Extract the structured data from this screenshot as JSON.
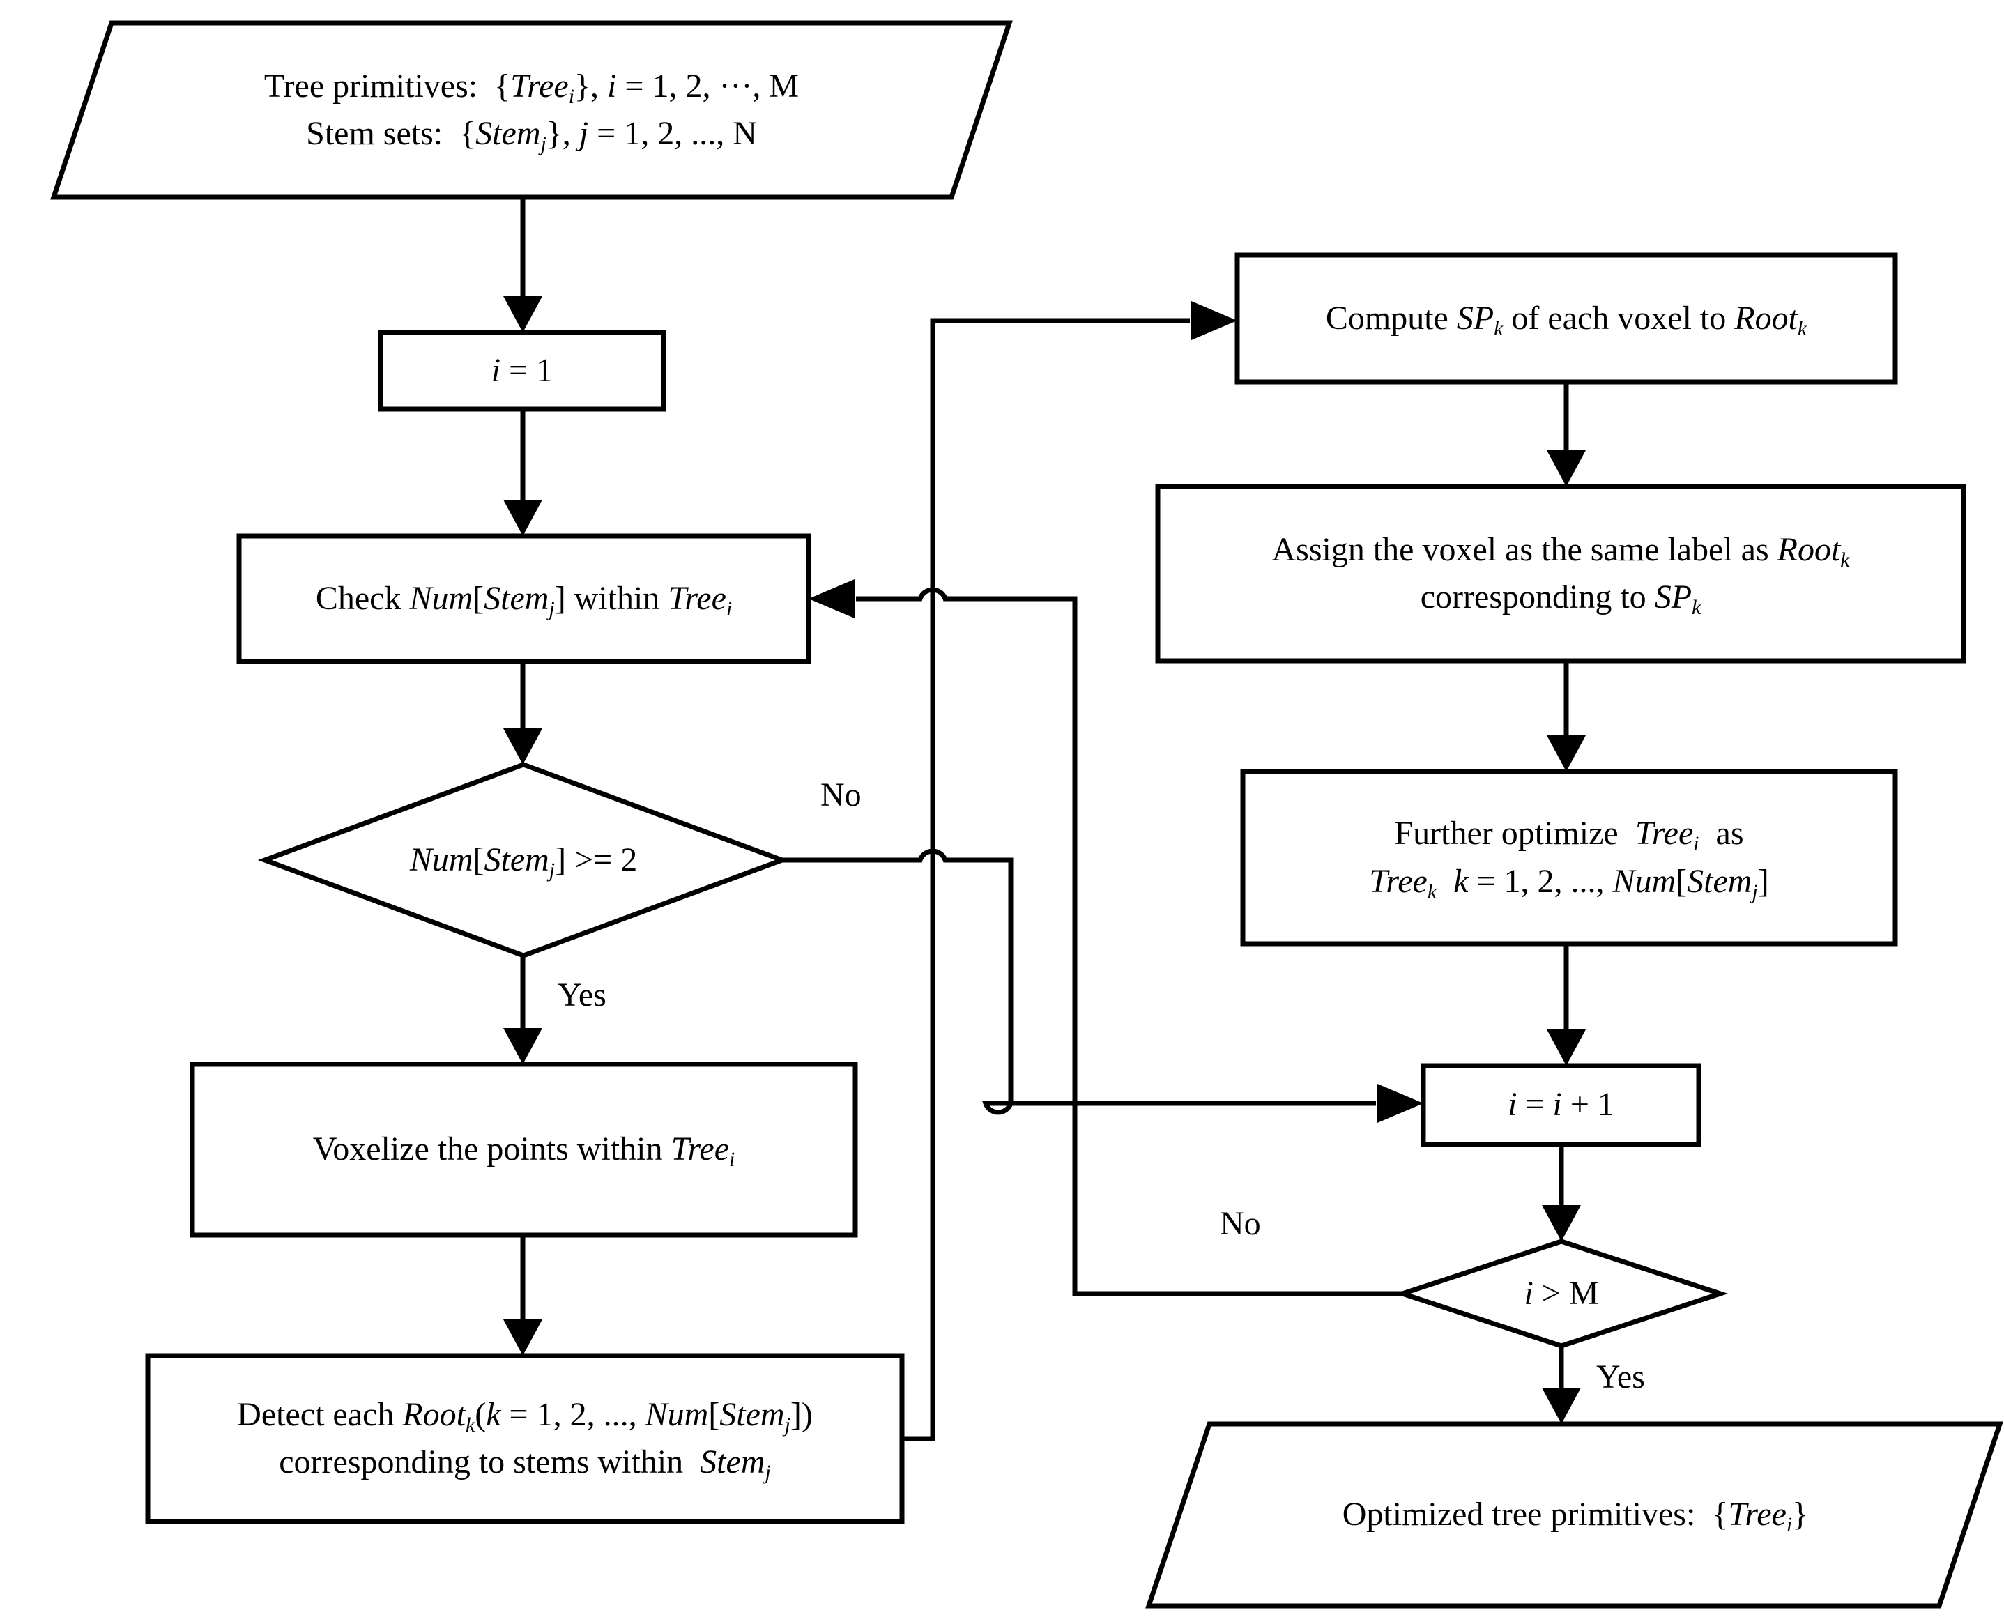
{
  "diagram": {
    "title": "Tree primitive optimization flowchart",
    "type": "flowchart",
    "background_color": "#ffffff",
    "line_color": "#000000",
    "nodes": [
      {
        "id": "input",
        "shape": "parallelogram",
        "lines": [
          "Tree primitives:  {Tree_i}, i = 1, 2, ···, M",
          "Stem sets:  {Stem_j}, j = 1, 2, ..., N"
        ],
        "line1_html": "Tree primitives:&nbsp; {<i class=\"mathvar\">Tree</i><sub>i</sub>}, <i class=\"mathvar\">i</i> = 1, 2, ···, M",
        "line2_html": "Stem sets:&nbsp; {<i class=\"mathvar\">Stem</i><sub>j</sub>}, <i class=\"mathvar\">j</i> = 1, 2, ..., N"
      },
      {
        "id": "init",
        "shape": "rectangle",
        "lines": [
          "i = 1"
        ],
        "line1_html": "<i class=\"mathvar\">i</i> = 1"
      },
      {
        "id": "check",
        "shape": "rectangle",
        "lines": [
          "Check Num[Stem_j] within Tree_i"
        ],
        "line1_html": "Check <i class=\"mathvar\">Num</i>[<i class=\"mathvar\">Stem</i><sub>j</sub>] within <i class=\"mathvar\">Tree</i><sub>i</sub>"
      },
      {
        "id": "decision-num",
        "shape": "diamond",
        "lines": [
          "Num[Stem_j] >= 2"
        ],
        "line1_html": "<i class=\"mathvar\">Num</i>[<i class=\"mathvar\">Stem</i><sub>j</sub>] &gt;= 2"
      },
      {
        "id": "voxelize",
        "shape": "rectangle",
        "lines": [
          "Voxelize the points within Tree_i"
        ],
        "line1_html": "Voxelize the points within <i class=\"mathvar\">Tree</i><sub>i</sub>"
      },
      {
        "id": "detect-root",
        "shape": "rectangle",
        "lines": [
          "Detect each Root_k (k = 1, 2, ..., Num[Stem_j])",
          "corresponding to stems within Stem_j"
        ],
        "line1_html": "Detect each <i class=\"mathvar\">Root</i><sub>k</sub>(<i class=\"mathvar\">k</i> = 1, 2, ..., <i class=\"mathvar\">Num</i>[<i class=\"mathvar\">Stem</i><sub>j</sub>])",
        "line2_html": "corresponding to stems within&nbsp; <i class=\"mathvar\">Stem</i><sub>j</sub>"
      },
      {
        "id": "compute-sp",
        "shape": "rectangle",
        "lines": [
          "Compute SP_k of each voxel to Root_k"
        ],
        "line1_html": "Compute <i class=\"mathvar\">SP</i><sub>k</sub> of each voxel to <i class=\"mathvar\">Root</i><sub>k</sub>"
      },
      {
        "id": "assign-label",
        "shape": "rectangle",
        "lines": [
          "Assign the voxel as the same label as Root_k",
          "corresponding to SP_k"
        ],
        "line1_html": "Assign the voxel as the same label as <i class=\"mathvar\">Root</i><sub>k</sub>",
        "line2_html": "corresponding to <i class=\"mathvar\">SP</i><sub>k</sub>"
      },
      {
        "id": "further-optimize",
        "shape": "rectangle",
        "lines": [
          "Further optimize Tree_i as",
          "Tree_k k = 1, 2, ..., Num[Stem_j]"
        ],
        "line1_html": "Further optimize&nbsp; <i class=\"mathvar\">Tree</i><sub>i</sub>&nbsp; as",
        "line2_html": "<i class=\"mathvar\">Tree</i><sub>k</sub>&nbsp; <i class=\"mathvar\">k</i> = 1, 2, ..., <i class=\"mathvar\">Num</i>[<i class=\"mathvar\">Stem</i><sub>j</sub>]"
      },
      {
        "id": "increment",
        "shape": "rectangle",
        "lines": [
          "i = i + 1"
        ],
        "line1_html": "<i class=\"mathvar\">i</i> = <i class=\"mathvar\">i</i> + 1"
      },
      {
        "id": "decision-im",
        "shape": "diamond",
        "lines": [
          "i > M"
        ],
        "line1_html": "<i class=\"mathvar\">i</i> &gt; M"
      },
      {
        "id": "output",
        "shape": "parallelogram",
        "lines": [
          "Optimized tree primitives: {Tree_i}"
        ],
        "line1_html": "Optimized tree primitives:&nbsp; {<i class=\"mathvar\">Tree</i><sub>i</sub>}"
      }
    ],
    "edge_labels": [
      {
        "id": "no-num",
        "text": "No"
      },
      {
        "id": "yes-num",
        "text": "Yes"
      },
      {
        "id": "no-im",
        "text": "No"
      },
      {
        "id": "yes-im",
        "text": "Yes"
      }
    ]
  }
}
